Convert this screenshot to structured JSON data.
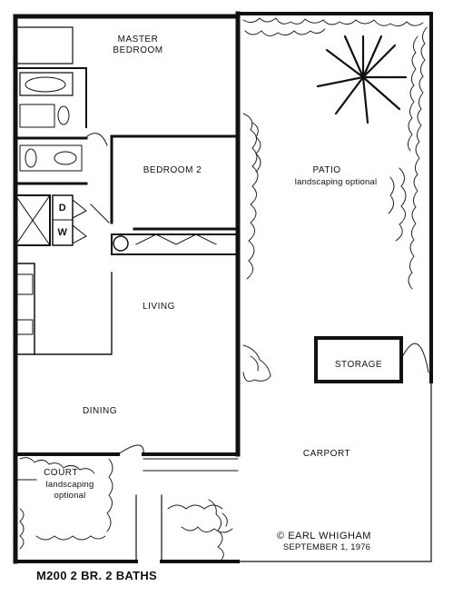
{
  "rooms": {
    "master_bedroom": [
      "MASTER",
      "BEDROOM"
    ],
    "bedroom_2": "BEDROOM  2",
    "patio": "PATIO",
    "patio_note": "landscaping optional",
    "living": "LIVING",
    "dining": "DINING",
    "storage": "STORAGE",
    "carport": "CARPORT",
    "court": "COURT",
    "court_note": [
      "landscaping",
      "optional"
    ]
  },
  "appliances": {
    "washer": "W",
    "dryer": "D"
  },
  "credit": {
    "author": "© EARL WHIGHAM",
    "date": "SEPTEMBER 1, 1976"
  },
  "caption": "M200 2 BR. 2 BATHS"
}
